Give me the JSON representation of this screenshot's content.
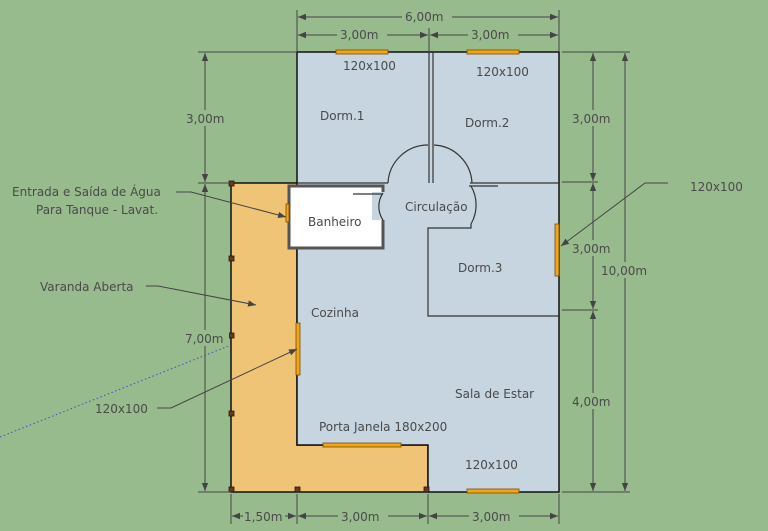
{
  "colors": {
    "ground": "#98bb8e",
    "interior": "#c6d5df",
    "veranda": "#f0c476",
    "window": "#f2a516",
    "bathroom": "#ffffff"
  },
  "rooms": {
    "dorm1": "Dorm.1",
    "dorm2": "Dorm.2",
    "dorm3": "Dorm.3",
    "circulacao": "Circulação",
    "banheiro": "Banheiro",
    "cozinha": "Cozinha",
    "sala": "Sala de Estar"
  },
  "windows": {
    "top_left": "120x100",
    "top_right": "120x100",
    "right": "120x100",
    "left": "120x100",
    "bottom": "120x100",
    "porta_janela": "Porta Janela 180x200"
  },
  "annotations": {
    "agua_line1": "Entrada e Saída de Água",
    "agua_line2": "Para Tanque - Lavat.",
    "varanda": "Varanda Aberta"
  },
  "dimensions": {
    "top_total": "6,00m",
    "top_left": "3,00m",
    "top_right": "3,00m",
    "left_top": "3,00m",
    "left_bottom": "7,00m",
    "right_1": "3,00m",
    "right_2": "3,00m",
    "right_3": "4,00m",
    "right_total": "10,00m",
    "bottom_1": "1,50m",
    "bottom_2": "3,00m",
    "bottom_3": "3,00m"
  }
}
